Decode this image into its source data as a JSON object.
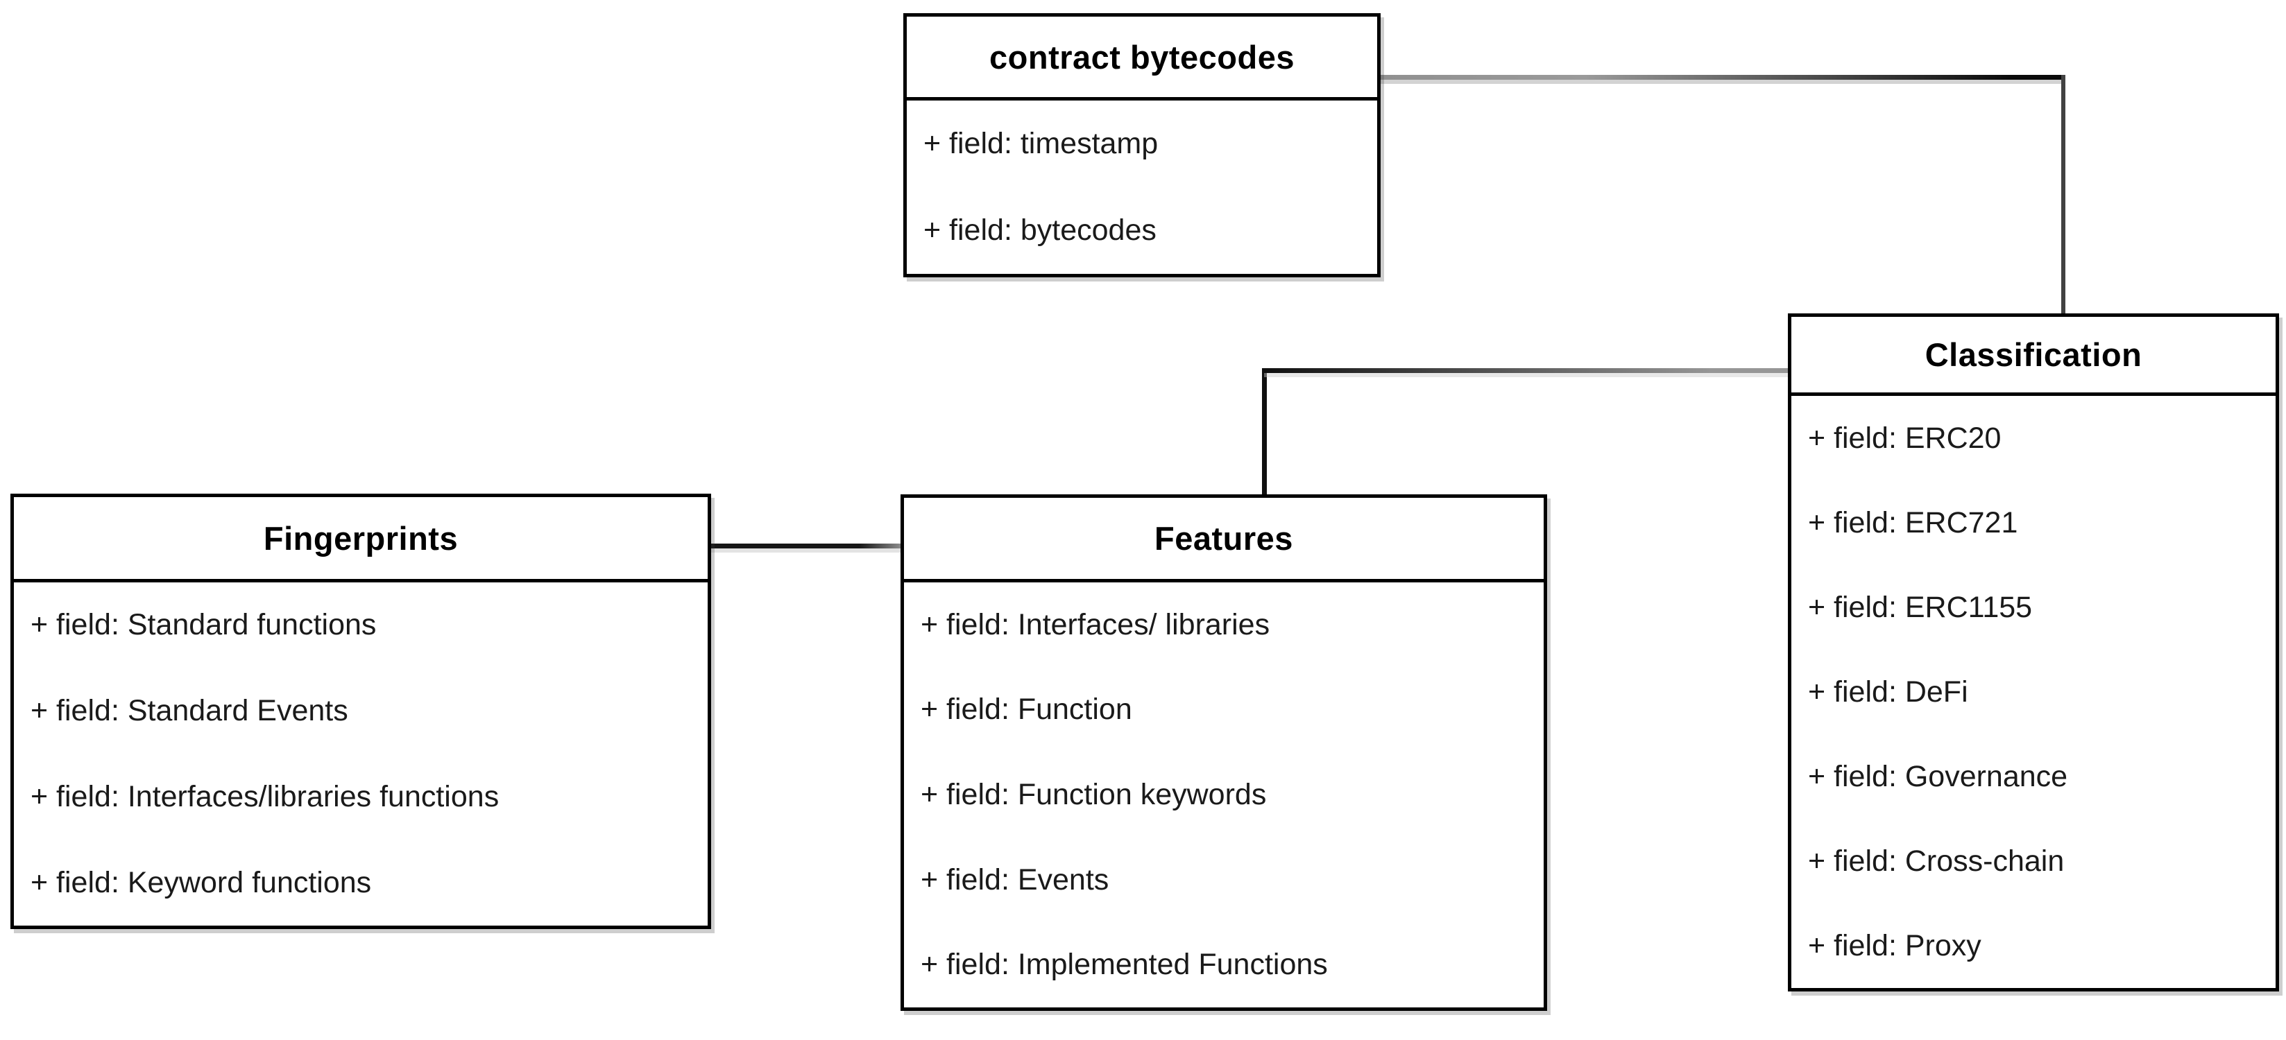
{
  "diagram": {
    "type": "uml-class-diagram",
    "colors": {
      "background": "#ffffff",
      "box_fill": "#ffffff",
      "box_border": "#000000",
      "connector_dark": "#101010",
      "connector_gray": "#909090",
      "text": "#1a1a1a"
    },
    "classes": [
      {
        "id": "contract-bytecodes",
        "title": "contract bytecodes",
        "fields": [
          "+ field: timestamp",
          "+ field: bytecodes"
        ]
      },
      {
        "id": "classification",
        "title": "Classification",
        "fields": [
          "+ field: ERC20",
          "+ field: ERC721",
          "+ field: ERC1155",
          "+ field: DeFi",
          "+ field: Governance",
          "+ field: Cross-chain",
          "+ field: Proxy"
        ]
      },
      {
        "id": "fingerprints",
        "title": "Fingerprints",
        "fields": [
          "+ field: Standard functions",
          "+ field: Standard Events",
          "+ field: Interfaces/libraries functions",
          "+ field: Keyword functions"
        ]
      },
      {
        "id": "features",
        "title": "Features",
        "fields": [
          "+ field: Interfaces/ libraries",
          "+ field: Function",
          "+ field: Function keywords",
          "+ field: Events",
          "+ field: Implemented Functions"
        ]
      }
    ],
    "connections": [
      {
        "from": "contract bytecodes",
        "to": "Classification",
        "shape": "elbow-right-down"
      },
      {
        "from": "Fingerprints",
        "to": "Features",
        "shape": "straight-horizontal"
      },
      {
        "from": "Features",
        "to": "Classification",
        "shape": "elbow-up-right"
      }
    ]
  }
}
